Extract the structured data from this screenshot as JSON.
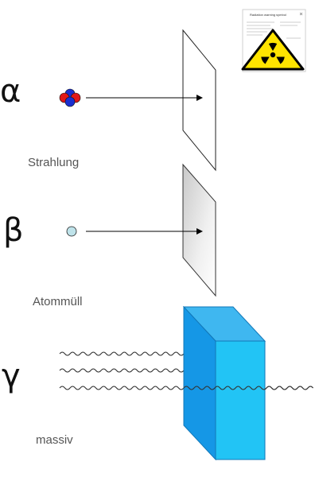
{
  "rows": [
    {
      "symbol": "α",
      "caption": "Strahlung"
    },
    {
      "symbol": "β",
      "caption": "Atommüll"
    },
    {
      "symbol": "γ",
      "caption": "massiv"
    }
  ],
  "warning_popup": {
    "title": "Radiation warning symbol",
    "icon": "radiation-trefoil-icon"
  },
  "colors": {
    "proton": "#e01818",
    "neutron": "#1a2fd0",
    "electron": "#bfe3ea",
    "shield_front": "#1597e6",
    "shield_side": "#22c4f5",
    "warning_yellow": "#ffe400"
  }
}
